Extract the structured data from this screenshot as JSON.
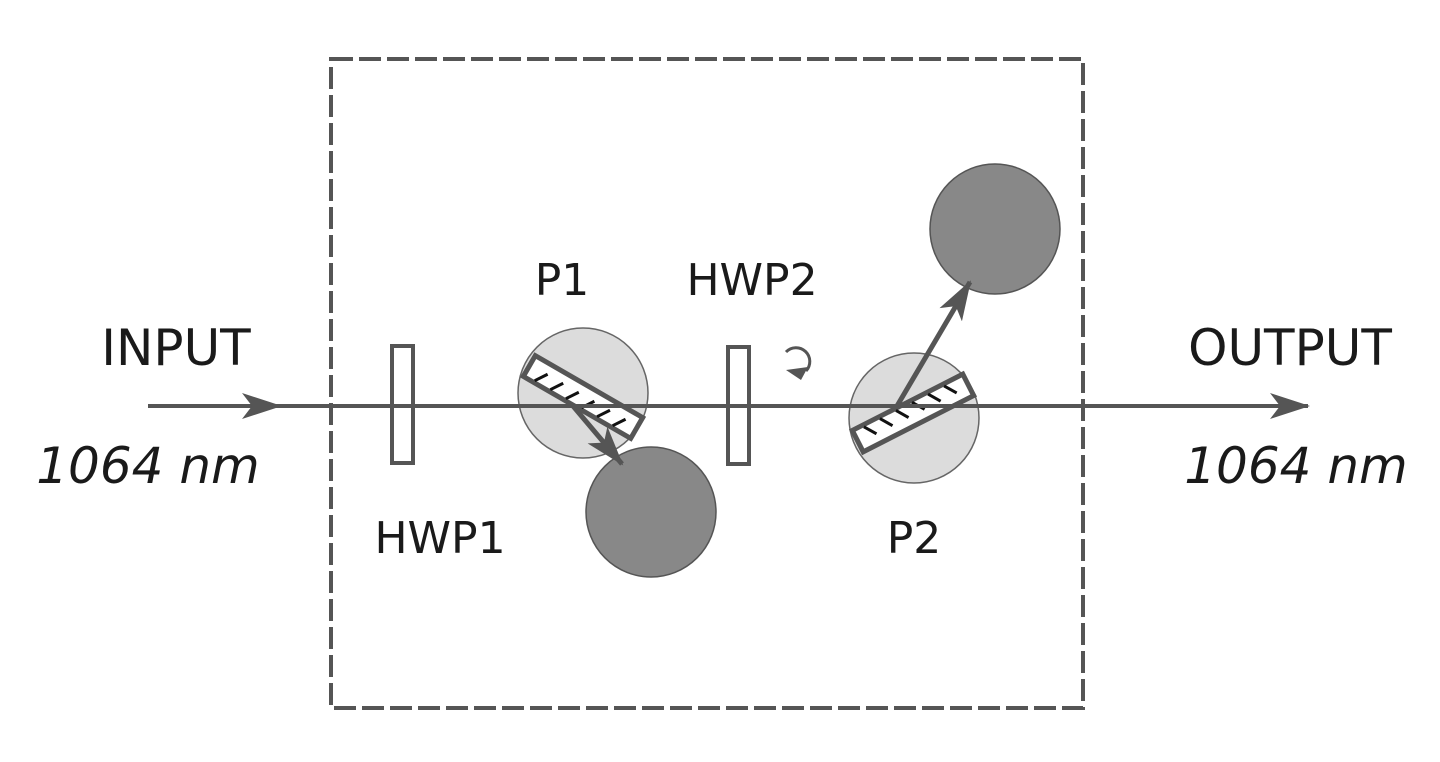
{
  "diagram": {
    "title": "Optical attenuator / isolator setup",
    "input": {
      "label": "INPUT",
      "wavelength": "1064 nm"
    },
    "output": {
      "label": "OUTPUT",
      "wavelength": "1064 nm"
    },
    "components": [
      {
        "id": "HWP1",
        "label": "HWP1",
        "type": "half-wave plate"
      },
      {
        "id": "P1",
        "label": "P1",
        "type": "polarizer"
      },
      {
        "id": "HWP2",
        "label": "HWP2",
        "type": "half-wave plate",
        "rotatable": true
      },
      {
        "id": "P2",
        "label": "P2",
        "type": "polarizer"
      }
    ],
    "beam_dumps": [
      {
        "id": "dump1",
        "fed_by": "P1"
      },
      {
        "id": "dump2",
        "fed_by": "P2"
      }
    ],
    "enclosure": "dashed box",
    "colors": {
      "line": "#555555",
      "polarizer_disc": "#dcdcdc",
      "beam_dump": "#888888",
      "text": "#1a1a1a"
    }
  }
}
